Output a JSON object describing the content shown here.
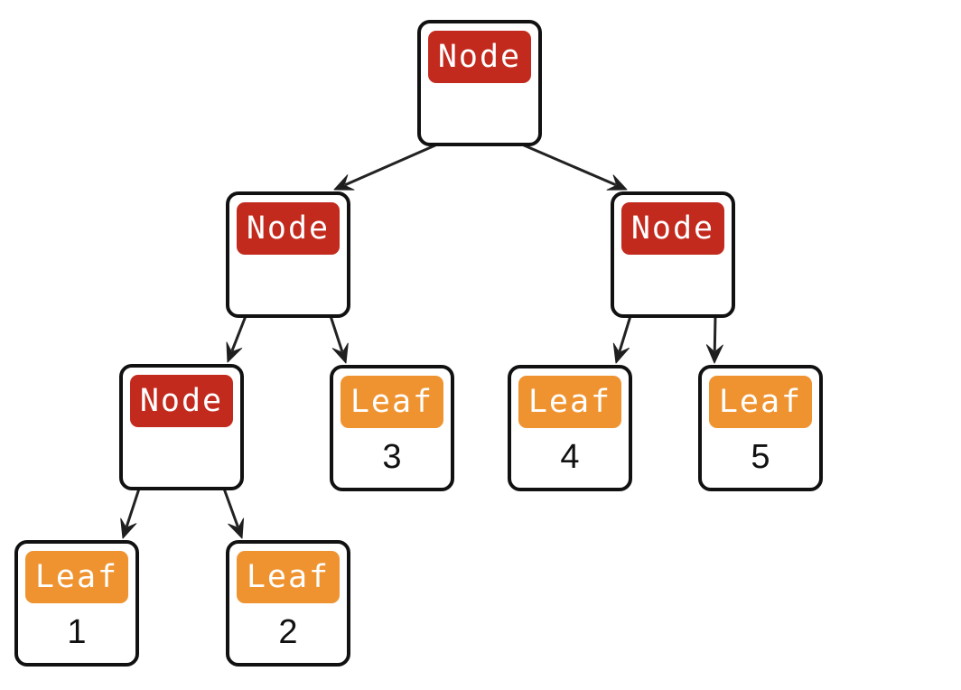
{
  "colors": {
    "node": "#c22a1e",
    "leaf": "#ef9330",
    "border": "#111111",
    "arrow": "#222222"
  },
  "tree": {
    "nodes": [
      {
        "id": "root",
        "kind": "node",
        "label": "Node"
      },
      {
        "id": "n-left",
        "kind": "node",
        "label": "Node"
      },
      {
        "id": "n-right",
        "kind": "node",
        "label": "Node"
      },
      {
        "id": "n-ll",
        "kind": "node",
        "label": "Node"
      },
      {
        "id": "leaf-1",
        "kind": "leaf",
        "label": "Leaf",
        "value": "1"
      },
      {
        "id": "leaf-2",
        "kind": "leaf",
        "label": "Leaf",
        "value": "2"
      },
      {
        "id": "leaf-3",
        "kind": "leaf",
        "label": "Leaf",
        "value": "3"
      },
      {
        "id": "leaf-4",
        "kind": "leaf",
        "label": "Leaf",
        "value": "4"
      },
      {
        "id": "leaf-5",
        "kind": "leaf",
        "label": "Leaf",
        "value": "5"
      }
    ],
    "edges": [
      [
        "root",
        "n-left"
      ],
      [
        "root",
        "n-right"
      ],
      [
        "n-left",
        "n-ll"
      ],
      [
        "n-left",
        "leaf-3"
      ],
      [
        "n-right",
        "leaf-4"
      ],
      [
        "n-right",
        "leaf-5"
      ],
      [
        "n-ll",
        "leaf-1"
      ],
      [
        "n-ll",
        "leaf-2"
      ]
    ]
  }
}
